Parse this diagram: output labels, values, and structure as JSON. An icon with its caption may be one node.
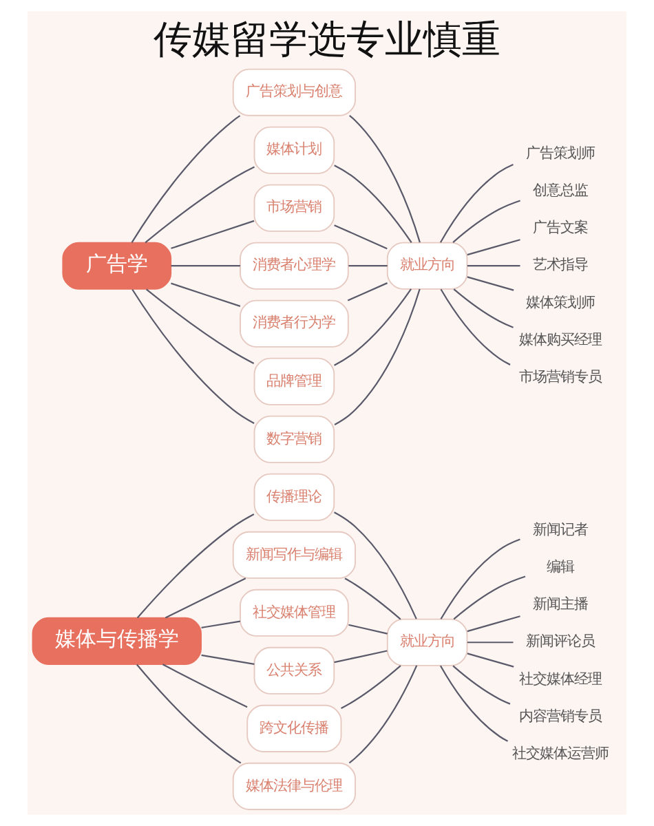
{
  "diagram": {
    "title": "传媒留学选专业慎重",
    "nodes": [
      {
        "text": [
          "媒体与传播学"
        ]
      },
      {
        "text": [
          "传播理论"
        ]
      },
      {
        "text": [
          "新闻写作与编辑"
        ]
      },
      {
        "text": [
          "社交媒体管理"
        ]
      },
      {
        "text": [
          "公共关系"
        ]
      },
      {
        "text": [
          "跨文化传播"
        ]
      },
      {
        "text": [
          "媒体法律与伦理"
        ]
      },
      {
        "text": [
          "就业方向"
        ]
      },
      {
        "text": [
          "新闻记者"
        ]
      },
      {
        "text": [
          "编辑"
        ]
      },
      {
        "text": [
          "新闻主播"
        ]
      },
      {
        "text": [
          "新闻评论员"
        ]
      },
      {
        "text": [
          "社交媒体经理"
        ]
      },
      {
        "text": [
          "内容营销专员"
        ]
      },
      {
        "text": [
          "社交媒体运营师"
        ]
      },
      {
        "text": [
          "广告学"
        ]
      },
      {
        "text": [
          "广告策划与创意"
        ]
      },
      {
        "text": [
          "媒体计划"
        ]
      },
      {
        "text": [
          "市场营销"
        ]
      },
      {
        "text": [
          "消费者心理学"
        ]
      },
      {
        "text": [
          "消费者行为学"
        ]
      },
      {
        "text": [
          "品牌管理"
        ]
      },
      {
        "text": [
          "数字营销"
        ]
      },
      {
        "text": [
          "就业方向"
        ]
      },
      {
        "text": [
          "广告策划师"
        ]
      },
      {
        "text": [
          "创意总监"
        ]
      },
      {
        "text": [
          "广告文案"
        ]
      },
      {
        "text": [
          "艺术指导"
        ]
      },
      {
        "text": [
          "媒体策划师"
        ]
      },
      {
        "text": [
          "媒体购买经理"
        ]
      },
      {
        "text": [
          "市场营销专员"
        ]
      }
    ],
    "edges": [
      {
        "from": 0,
        "to": 1,
        "arrow": "none"
      },
      {
        "from": 0,
        "to": 2,
        "arrow": "none"
      },
      {
        "from": 0,
        "to": 3,
        "arrow": "none"
      },
      {
        "from": 0,
        "to": 4,
        "arrow": "none"
      },
      {
        "from": 0,
        "to": 5,
        "arrow": "none"
      },
      {
        "from": 0,
        "to": 6,
        "arrow": "none"
      },
      {
        "from": 1,
        "to": 7,
        "arrow": "none"
      },
      {
        "from": 2,
        "to": 7,
        "arrow": "none"
      },
      {
        "from": 3,
        "to": 7,
        "arrow": "none"
      },
      {
        "from": 4,
        "to": 7,
        "arrow": "none"
      },
      {
        "from": 5,
        "to": 7,
        "arrow": "none"
      },
      {
        "from": 6,
        "to": 7,
        "arrow": "none"
      },
      {
        "from": 7,
        "to": 8,
        "arrow": "none"
      },
      {
        "from": 7,
        "to": 9,
        "arrow": "none"
      },
      {
        "from": 7,
        "to": 10,
        "arrow": "none"
      },
      {
        "from": 7,
        "to": 11,
        "arrow": "none"
      },
      {
        "from": 7,
        "to": 12,
        "arrow": "none"
      },
      {
        "from": 7,
        "to": 13,
        "arrow": "none"
      },
      {
        "from": 7,
        "to": 14,
        "arrow": "none"
      },
      {
        "from": 15,
        "to": 16,
        "arrow": "none"
      },
      {
        "from": 15,
        "to": 17,
        "arrow": "none"
      },
      {
        "from": 15,
        "to": 18,
        "arrow": "none"
      },
      {
        "from": 15,
        "to": 19,
        "arrow": "none"
      },
      {
        "from": 15,
        "to": 20,
        "arrow": "none"
      },
      {
        "from": 15,
        "to": 21,
        "arrow": "none"
      },
      {
        "from": 15,
        "to": 22,
        "arrow": "none"
      },
      {
        "from": 16,
        "to": 23,
        "arrow": "none"
      },
      {
        "from": 17,
        "to": 23,
        "arrow": "none"
      },
      {
        "from": 18,
        "to": 23,
        "arrow": "none"
      },
      {
        "from": 19,
        "to": 23,
        "arrow": "none"
      },
      {
        "from": 20,
        "to": 23,
        "arrow": "none"
      },
      {
        "from": 21,
        "to": 23,
        "arrow": "none"
      },
      {
        "from": 22,
        "to": 23,
        "arrow": "none"
      },
      {
        "from": 23,
        "to": 24,
        "arrow": "none"
      },
      {
        "from": 23,
        "to": 25,
        "arrow": "none"
      },
      {
        "from": 23,
        "to": 26,
        "arrow": "none"
      },
      {
        "from": 23,
        "to": 27,
        "arrow": "none"
      },
      {
        "from": 23,
        "to": 28,
        "arrow": "none"
      },
      {
        "from": 23,
        "to": 29,
        "arrow": "none"
      },
      {
        "from": 23,
        "to": 30,
        "arrow": "none"
      }
    ]
  }
}
